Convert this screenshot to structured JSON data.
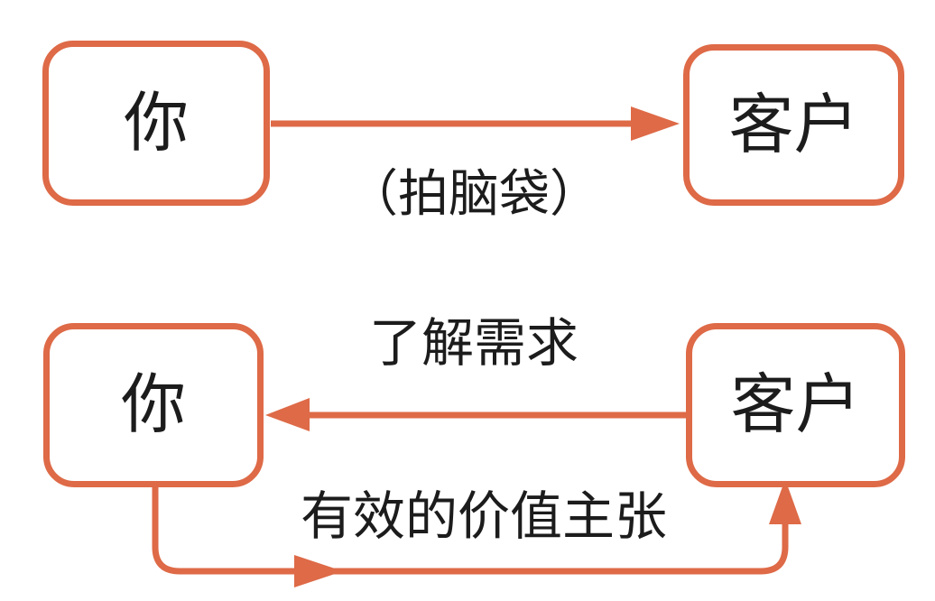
{
  "colors": {
    "accent": "#de6a47",
    "text": "#1c1c1c",
    "background": "#ffffff"
  },
  "top_flow": {
    "you_box": "你",
    "customer_box": "客户",
    "caption": "（拍脑袋）"
  },
  "bottom_flow": {
    "you_box": "你",
    "customer_box": "客户",
    "understand_caption": "了解需求",
    "value_caption": "有效的价值主张"
  }
}
